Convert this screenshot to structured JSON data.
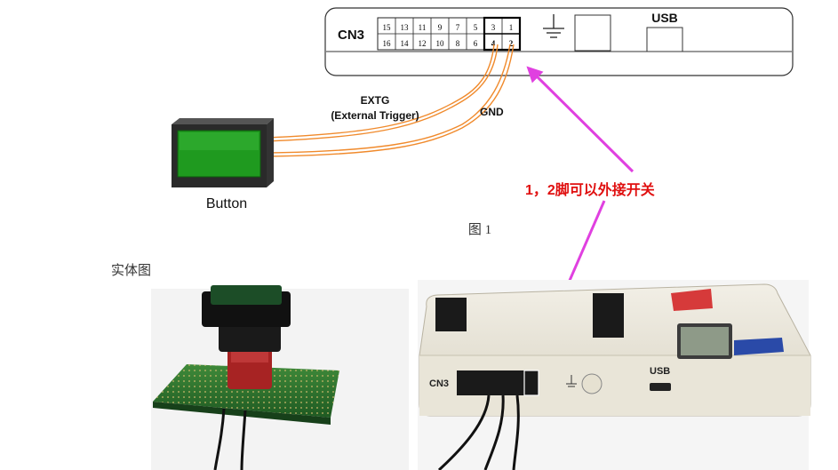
{
  "device_labels": {
    "connector": "CN3",
    "usb": "USB"
  },
  "pins": {
    "top_row": [
      "15",
      "13",
      "11",
      "9",
      "7",
      "5",
      "3",
      "1"
    ],
    "bottom_row": [
      "16",
      "14",
      "12",
      "10",
      "8",
      "6",
      "4",
      "2"
    ]
  },
  "wires": {
    "extg_title": "EXTG",
    "extg_subtitle": "(External Trigger)",
    "gnd": "GND"
  },
  "button_label": "Button",
  "annotation": "1，2脚可以外接开关",
  "figure_caption": "图 1",
  "photo_caption": "实体图",
  "photo_labels": {
    "connector": "CN3",
    "usb": "USB"
  },
  "colors": {
    "wire": "#f08a2c",
    "arrow": "#e040e0",
    "annotation_text": "#e01010",
    "button_face": "#1f9a1f",
    "socket_red": "#d63a3a"
  }
}
